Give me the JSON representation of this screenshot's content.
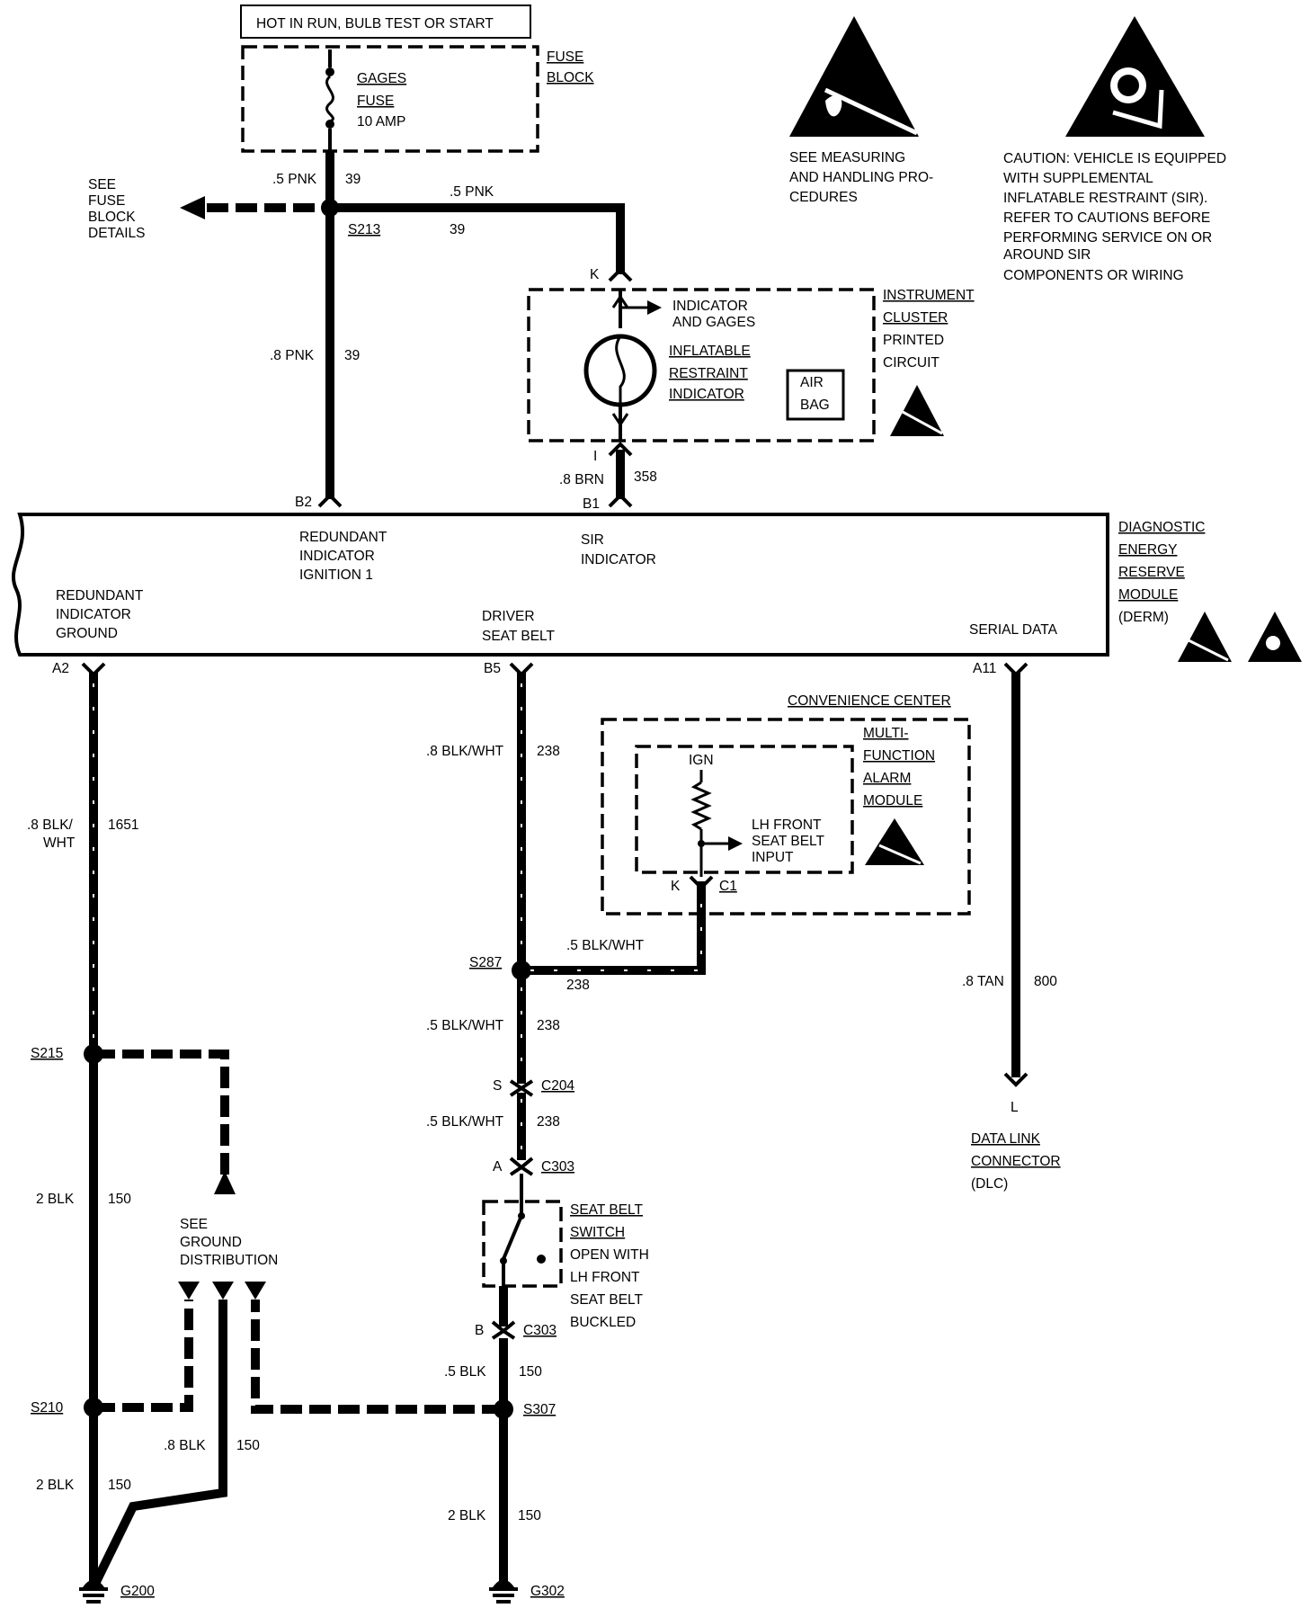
{
  "power": {
    "header": "HOT IN RUN, BULB TEST OR START",
    "fuse_name": "GAGES",
    "fuse_word": "FUSE",
    "fuse_rating": "10 AMP",
    "fuse_block": [
      "FUSE",
      "BLOCK"
    ],
    "see_fuse_block": [
      "SEE",
      "FUSE",
      "BLOCK",
      "DETAILS"
    ]
  },
  "esd_notice": [
    "SEE MEASURING",
    "AND HANDLING PRO-",
    "CEDURES"
  ],
  "caution": [
    "CAUTION: VEHICLE IS EQUIPPED",
    "WITH SUPPLEMENTAL",
    "INFLATABLE RESTRAINT (SIR).",
    "REFER TO CAUTIONS BEFORE",
    "PERFORMING SERVICE ON OR",
    "AROUND SIR",
    "COMPONENTS OR WIRING"
  ],
  "wires": {
    "pnk_fuse": ".5 PNK",
    "pnk_fuse_ckt": "39",
    "pnk_top": ".5 PNK",
    "pnk_top_ckt": "39",
    "pnk_8": ".8 PNK",
    "pnk_8_ckt": "39",
    "brn": ".8 BRN",
    "brn_ckt": "358",
    "blkwht_left_a": ".8 BLK/",
    "blkwht_left_b": "WHT",
    "blkwht_left_ckt": "1651",
    "blkwht_mid": ".8 BLK/WHT",
    "blkwht_mid_ckt": "238",
    "blkwht_branch": ".5 BLK/WHT",
    "blkwht_branch_ckt": "238",
    "blkwht_5a": ".5 BLK/WHT",
    "blkwht_5a_ckt": "238",
    "blkwht_5b": ".5 BLK/WHT",
    "blkwht_5b_ckt": "238",
    "tan": ".8 TAN",
    "tan_ckt": "800",
    "blk2_a": "2 BLK",
    "blk2_a_ckt": "150",
    "blk2_b": "2 BLK",
    "blk2_b_ckt": "150",
    "blk8": ".8 BLK",
    "blk8_ckt": "150",
    "blk5": ".5 BLK",
    "blk5_ckt": "150",
    "blk2_c": "2 BLK",
    "blk2_c_ckt": "150"
  },
  "splices": {
    "s213": "S213",
    "s287": "S287",
    "s215": "S215",
    "s210": "S210",
    "s307": "S307"
  },
  "cluster": {
    "pin_top": "K",
    "pin_bottom": "I",
    "indicator_gages": [
      "INDICATOR",
      "AND GAGES"
    ],
    "sir_indicator": [
      "INFLATABLE",
      "RESTRAINT",
      "INDICATOR"
    ],
    "air_bag": [
      "AIR",
      "BAG"
    ],
    "name": [
      "INSTRUMENT",
      "CLUSTER",
      "PRINTED",
      "CIRCUIT"
    ]
  },
  "derm": {
    "pin_b2": "B2",
    "pin_b1": "B1",
    "pin_a2": "A2",
    "pin_b5": "B5",
    "pin_a11": "A11",
    "redundant_ign": [
      "REDUNDANT",
      "INDICATOR",
      "IGNITION 1"
    ],
    "sir_ind": [
      "SIR",
      "INDICATOR"
    ],
    "redundant_gnd": [
      "REDUNDANT",
      "INDICATOR",
      "GROUND"
    ],
    "driver_belt": [
      "DRIVER",
      "SEAT BELT"
    ],
    "serial": "SERIAL DATA",
    "name": [
      "DIAGNOSTIC",
      "ENERGY",
      "RESERVE",
      "MODULE",
      "(DERM)"
    ]
  },
  "convenience": {
    "title": "CONVENIENCE CENTER",
    "ign": "IGN",
    "lh_input": [
      "LH FRONT",
      "SEAT  BELT",
      "INPUT"
    ],
    "module": [
      "MULTI-",
      "FUNCTION",
      "ALARM",
      "MODULE"
    ],
    "pin": "K",
    "connector": "C1"
  },
  "connectors": {
    "c204_pin": "S",
    "c204": "C204",
    "c303a_pin": "A",
    "c303a": "C303",
    "c303b_pin": "B",
    "c303b": "C303"
  },
  "seatbelt_switch": [
    "SEAT BELT",
    "SWITCH",
    "OPEN WITH",
    "LH FRONT",
    "SEAT BELT",
    "BUCKLED"
  ],
  "dlc": {
    "pin": "L",
    "name": [
      "DATA LINK",
      "CONNECTOR",
      "(DLC)"
    ]
  },
  "ground_dist": [
    "SEE",
    "GROUND",
    "DISTRIBUTION"
  ],
  "grounds": {
    "g200": "G200",
    "g302": "G302"
  }
}
